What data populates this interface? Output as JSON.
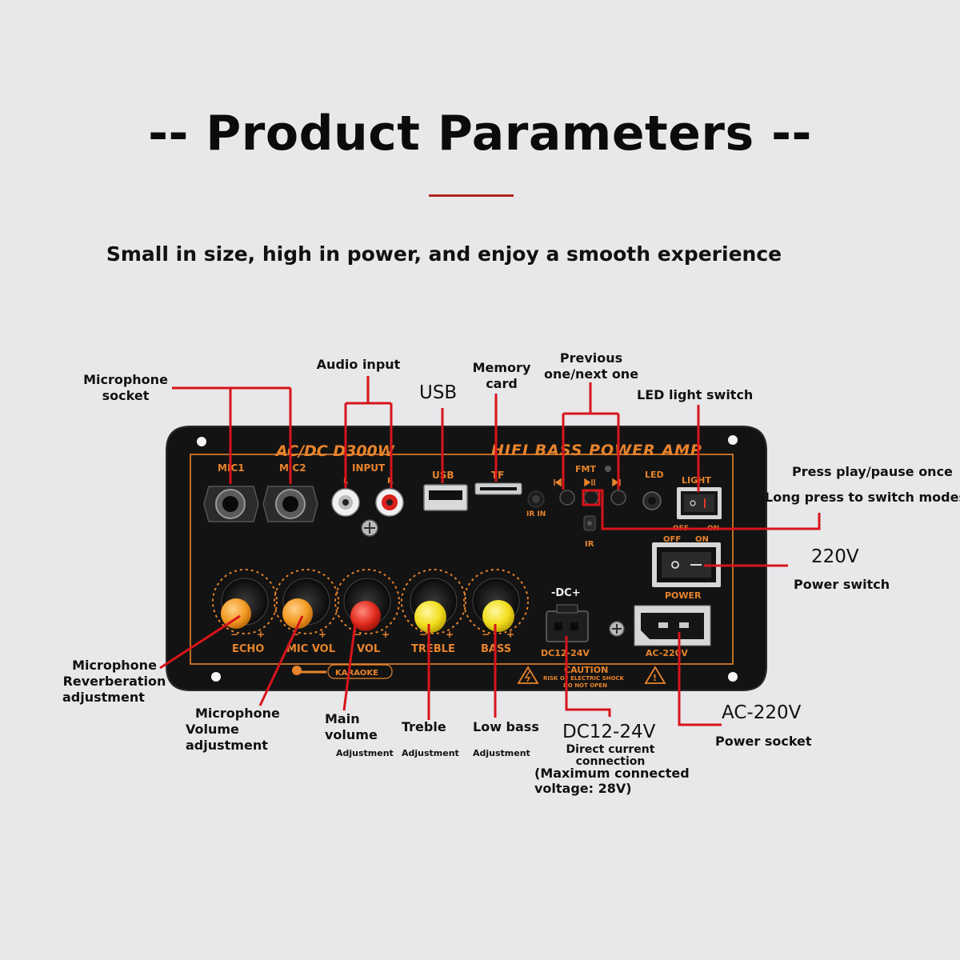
{
  "header": {
    "title": "-- Product Parameters --",
    "subtitle": "Small in size, high in power, and enjoy a smooth experience"
  },
  "panel": {
    "model": "AC/DC D300W",
    "brand_line": "HIFI BASS POWER AMP",
    "mic1": "MIC1",
    "mic2": "MIC2",
    "input": "INPUT",
    "input_l": "L",
    "input_r": "R",
    "usb": "USB",
    "tf": "TF",
    "ir_in": "IR IN",
    "fmt": "FMT",
    "led": "LED",
    "light": "LIGHT",
    "light_off": "OFF",
    "light_on": "ON",
    "ir": "IR",
    "power_off": "OFF",
    "power_on": "ON",
    "power": "POWER",
    "echo": "ECHO",
    "mic_vol": "MIC VOL",
    "vol": "VOL",
    "treble": "TREBLE",
    "bass": "BASS",
    "dc_polarity": "-DC+",
    "dc_rating": "DC12-24V",
    "ac_rating": "AC-220V",
    "karaoke": "KARAOKE",
    "caution": "CAUTION",
    "caution_line1": "RISK OF ELECTRIC SHOCK",
    "caution_line2": "DO NOT OPEN",
    "minus": "−",
    "plus": "+"
  },
  "callouts": {
    "mic_socket": [
      "Microphone",
      "socket"
    ],
    "audio_input": "Audio input",
    "usb": "USB",
    "memory_card": [
      "Memory",
      "card"
    ],
    "prev_next": [
      "Previous",
      "one/next one"
    ],
    "led_switch": "LED light switch",
    "play_pause": "Press play/pause once",
    "long_press": "Long press to switch modes",
    "v220": "220V",
    "power_switch": "Power switch",
    "mic_reverb": [
      "Microphone",
      "Reverberation",
      "adjustment"
    ],
    "mic_volume": [
      "Microphone",
      "Volume",
      "adjustment"
    ],
    "main_volume": [
      "Main",
      "volume"
    ],
    "treble": "Treble",
    "low_bass": "Low bass",
    "adjustment": "Adjustment",
    "dc_range": "DC12-24V",
    "dc_desc": [
      "Direct current",
      "connection",
      "(Maximum connected",
      "voltage: 28V)"
    ],
    "ac_220": "AC-220V",
    "power_socket": "Power socket"
  },
  "colors": {
    "background": "#e8e8ea",
    "panel": "#131313",
    "panel_text": "#e8842c",
    "leader_line": "#d8141b",
    "accent": "#b3261e"
  }
}
